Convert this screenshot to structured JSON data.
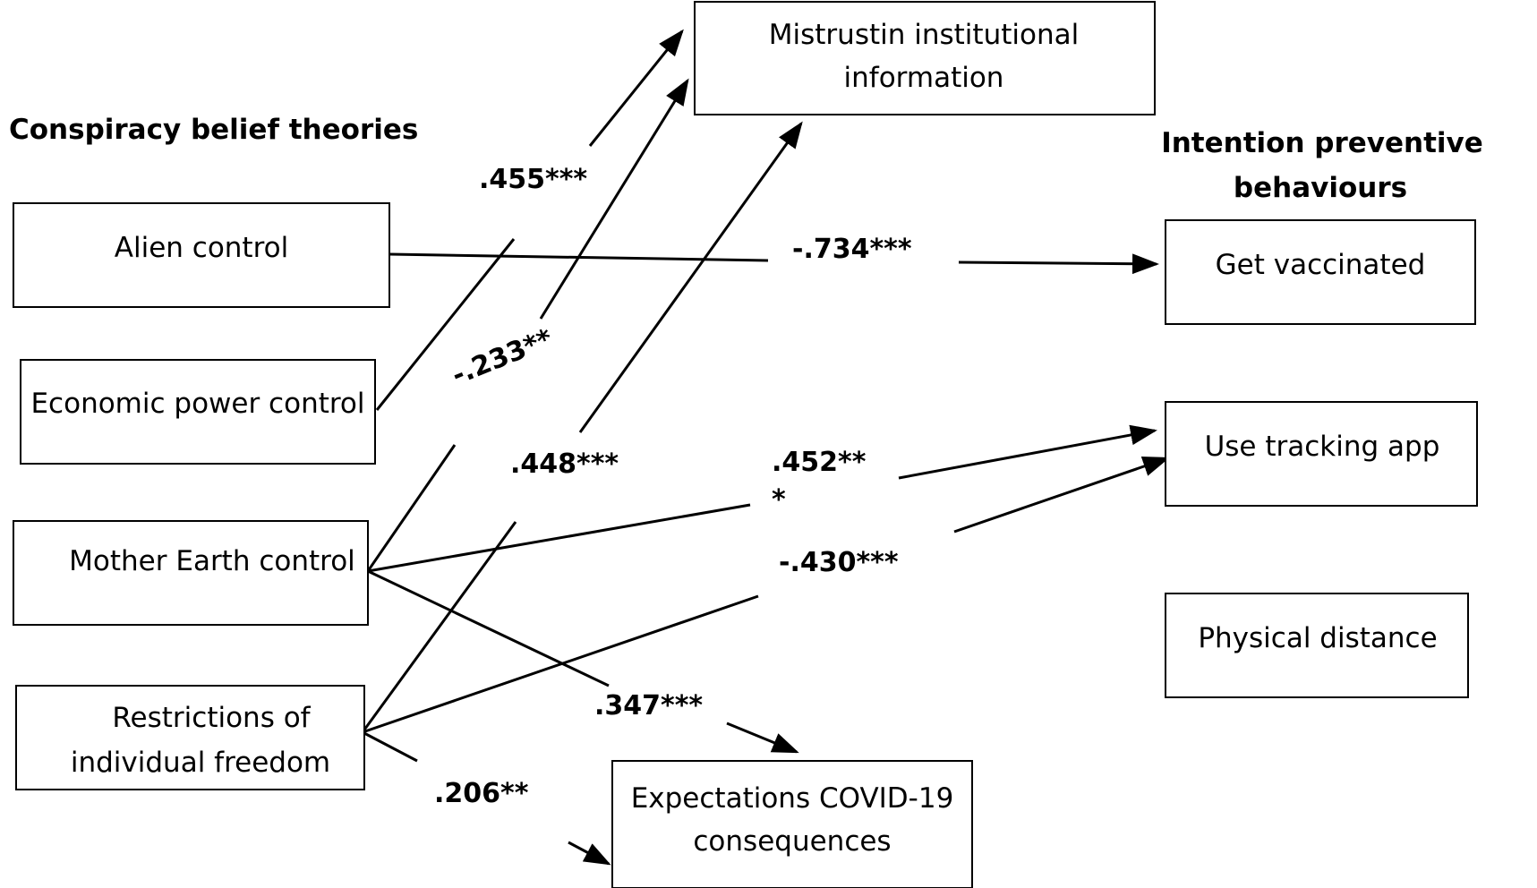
{
  "headings": {
    "left": "Conspiracy belief theories",
    "right_line1": "Intention preventive",
    "right_line2": "behaviours"
  },
  "nodes": {
    "alien": {
      "lines": [
        "Alien control"
      ]
    },
    "economic": {
      "lines": [
        "Economic power control"
      ]
    },
    "earth": {
      "lines": [
        "Mother Earth control"
      ]
    },
    "freedom": {
      "lines": [
        "Restrictions of",
        "individual freedom"
      ]
    },
    "mistrust": {
      "lines": [
        "Mistrustin institutional",
        "information"
      ]
    },
    "expect": {
      "lines": [
        "Expectations COVID-19",
        "consequences"
      ]
    },
    "vaccine": {
      "lines": [
        "Get vaccinated"
      ]
    },
    "tracking": {
      "lines": [
        "Use tracking app"
      ]
    },
    "distance": {
      "lines": [
        "Physical distance"
      ]
    }
  },
  "paths": [
    {
      "from": "alien",
      "to": "vaccine",
      "coefficient": "-.734***"
    },
    {
      "from": "economic",
      "to": "mistrust",
      "coefficient": ".455***"
    },
    {
      "from": "earth",
      "to": "mistrust",
      "coefficient": "-.233**"
    },
    {
      "from": "freedom",
      "to": "mistrust",
      "coefficient": ".448***"
    },
    {
      "from": "earth",
      "to": "tracking",
      "coefficient": ".452**",
      "coefficient_wrap": "*"
    },
    {
      "from": "freedom",
      "to": "tracking",
      "coefficient": "-.430***"
    },
    {
      "from": "earth",
      "to": "expect",
      "coefficient": ".347***"
    },
    {
      "from": "freedom",
      "to": "expect",
      "coefficient": ".206**"
    }
  ]
}
